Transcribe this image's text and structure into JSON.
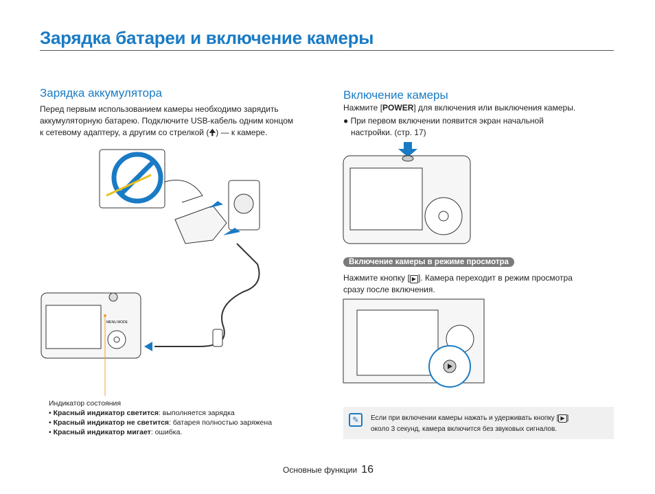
{
  "title": "Зарядка батареи и включение камеры",
  "charging": {
    "heading": "Зарядка аккумулятора",
    "lines": [
      "Перед первым использованием камеры необходимо зарядить",
      "аккумуляторную батарею. Подключите USB-кабель одним концом",
      "к сетевому адаптеру, а другим со стрелкой (",
      ") — к камере."
    ],
    "indicator_title": "Индикатор состояния",
    "indicator_items": [
      {
        "bold": "Красный индикатор светится",
        "text": ": выполняется зарядка"
      },
      {
        "bold": "Красный индикатор не светится",
        "text": ": батарея полностью заряжена"
      },
      {
        "bold": "Красный индикатор мигает",
        "text": ": ошибка."
      }
    ],
    "camera_labels": {
      "menu": "MENU",
      "mode": "MODE"
    }
  },
  "power_on": {
    "heading": "Включение камеры",
    "line_pre": "Нажмите [",
    "power_key": "POWER",
    "line_post": "] для включения или выключения камеры.",
    "bullet_lines": [
      "При первом включении появится экран начальной",
      "настройки. (стр. 17)"
    ],
    "playback_pill": "Включение камеры в режиме просмотра",
    "playback_pre": "Нажмите кнопку [",
    "playback_post": "]. Камера переходит в режим просмотра",
    "playback_line2": "сразу после включения.",
    "note_line1_pre": "Если при включении камеры нажать и удерживать кнопку [",
    "note_line1_post": "]",
    "note_line2": "около 3 секунд, камера включится без звуковых сигналов."
  },
  "footer": {
    "section": "Основные функции",
    "page": "16"
  },
  "colors": {
    "accent": "#1a7bc4",
    "indicator_line": "#f0a030"
  }
}
